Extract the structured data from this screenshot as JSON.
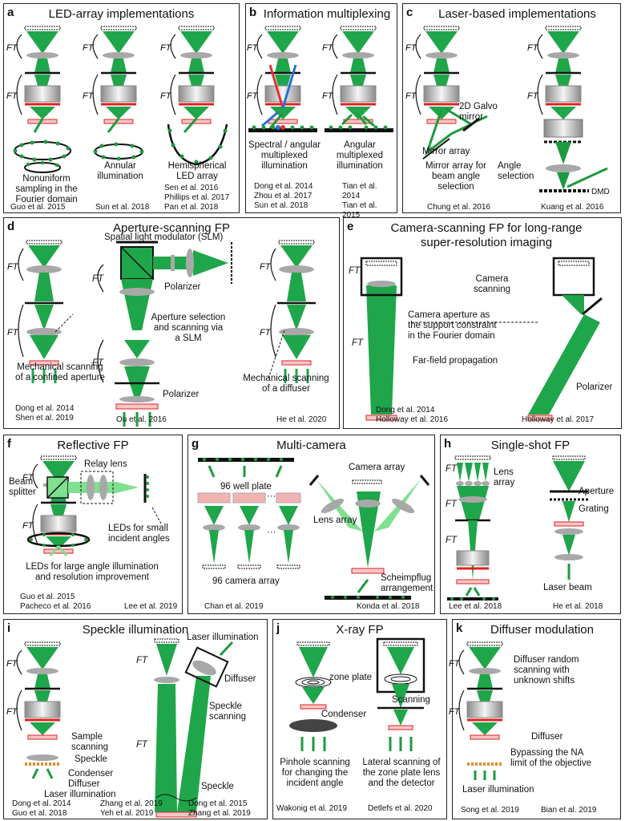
{
  "colors": {
    "green": "#1fa64a",
    "lightgreen": "#7fe08f",
    "red": "#e02020",
    "grey": "#a8a8a8"
  },
  "a": {
    "label": "a",
    "title": "LED-array implementations",
    "cap1": "Nonuniform\nsampling in the\nFourier domain",
    "cap2": "Annular\nillumination",
    "cap3": "Hemispherical\nLED array",
    "ref1": "Guo et al. 2015",
    "ref2": "Sun et al. 2018",
    "ref3": "Sen et al. 2016\nPhillips et al. 2017\nPan et al. 2018"
  },
  "b": {
    "label": "b",
    "title": "Information multiplexing",
    "cap1": "Spectral / angular\nmultiplexed\nillumination",
    "cap2": "Angular\nmultiplexed\nillumination",
    "ref1": "Dong et al. 2014\nZhou et al. 2017\nSun et al. 2018",
    "ref2": "Tian et al.\n2014\nTian et al.\n2015"
  },
  "c": {
    "label": "c",
    "title": "Laser-based implementations",
    "galvo": "2D Galvo\nmirror",
    "mirror": "Mirror array",
    "mirrorsel": "Mirror array for\nbeam angle\nselection",
    "angle": "Angle\nselection",
    "dmd": "DMD",
    "ref1": "Chung et al. 2016",
    "ref2": "Kuang et al. 2016"
  },
  "d": {
    "label": "d",
    "title": "Aperture-scanning FP",
    "slm": "Spatial light modulator (SLM)",
    "polarizer": "Polarizer",
    "apsel": "Aperture selection\nand scanning via\na SLM",
    "polarizer2": "Polarizer",
    "mech1": "Mechanical scanning\nof a confined aperture",
    "mech2": "Mechanical scanning\nof a diffuser",
    "ref1": "Dong et al. 2014\nShen et al. 2019",
    "ref2": "Ou et al. 2016",
    "ref3": "He et al. 2020"
  },
  "e": {
    "label": "e",
    "title": "Camera-scanning FP for long-range\nsuper-resolution imaging",
    "camscan": "Camera\nscanning",
    "camap": "Camera aperture as\nthe support constraint\nin the Fourier domain",
    "far": "Far-field propagation",
    "polarizer": "Polarizer",
    "ref1": "Dong et al. 2014\nHolloway et al. 2016",
    "ref2": "Holloway et al. 2017"
  },
  "f": {
    "label": "f",
    "title": "Reflective FP",
    "relay": "Relay lens",
    "beam": "Beam\nsplitter",
    "ledsmall": "LEDs for small\nincident angles",
    "ledlarge": "LEDs for large angle illumination\nand resolution improvement",
    "ref1": "Guo et al. 2015\nPacheco et al. 2016",
    "ref2": "Lee et al. 2019"
  },
  "g": {
    "label": "g",
    "title": "Multi-camera",
    "well": "96 well plate",
    "camarr96": "96 camera array",
    "camarr": "Camera array",
    "lensarr": "Lens array",
    "scheim": "Scheimpflug\narrangement",
    "ref1": "Chan et al. 2019",
    "ref2": "Konda et al. 2018"
  },
  "h": {
    "label": "h",
    "title": "Single-shot FP",
    "lensarr": "Lens\narray",
    "aperture": "Aperture",
    "grating": "Grating",
    "laser": "Laser beam",
    "ref1": "Lee et al. 2018",
    "ref2": "He et al. 2018"
  },
  "i": {
    "label": "i",
    "title": "Speckle illumination",
    "sample": "Sample\nscanning",
    "speckle": "Speckle",
    "condenser": "Condenser",
    "diffuser": "Diffuser",
    "laser": "Laser illumination",
    "laser2": "Laser illumination",
    "diffuser2": "Diffuser",
    "specklescan": "Speckle\nscanning",
    "speckle2": "Speckle",
    "ref1": "Dong et al. 2014\nGuo et al. 2018",
    "ref2": "Zhang et al. 2019\nYeh et al. 2019",
    "ref3": "Dong et al. 2015\nZhang et al. 2019"
  },
  "j": {
    "label": "j",
    "title": "X-ray FP",
    "zone": "zone plate",
    "condenser": "Condenser",
    "scanning": "Scanning",
    "pinhole": "Pinhole scanning\nfor changing the\nincident angle",
    "lateral": "Lateral scanning of\nthe zone plate lens\nand the detector",
    "ref1": "Wakonig et al. 2019",
    "ref2": "Detlefs et al. 2020"
  },
  "k": {
    "label": "k",
    "title": "Diffuser modulation",
    "rand": "Diffuser random\nscanning with\nunknown shifts",
    "diffuser": "Diffuser",
    "bypass": "Bypassing the NA\nlimit of the objective",
    "laser": "Laser illumination",
    "ref1": "Song et al. 2019",
    "ref2": "Bian et al. 2019"
  },
  "ft": "FT"
}
